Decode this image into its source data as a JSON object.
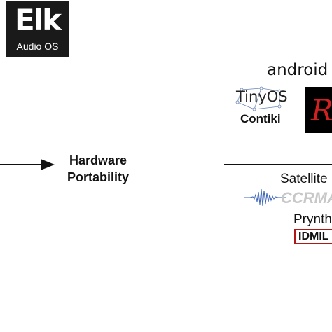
{
  "elk_logo": {
    "word": "Elk",
    "subtitle": "Audio OS"
  },
  "arrow_label": {
    "line1": "Hardware",
    "line2": "Portability"
  },
  "top_cluster": {
    "android": "android",
    "tinyos": "TinyOS",
    "contiki": "Contiki",
    "riot_glyph": "R"
  },
  "bottom_cluster": {
    "satellite": "Satellite",
    "ccrma": "CCRMA",
    "prynth": "Prynth",
    "idmil": "IDMIL"
  },
  "colors": {
    "ink": "#111111",
    "logo_bg": "#1a1a1a",
    "idmil_red": "#b01818",
    "riot_red": "#d02020",
    "wave_blue": "#3a63b8"
  }
}
